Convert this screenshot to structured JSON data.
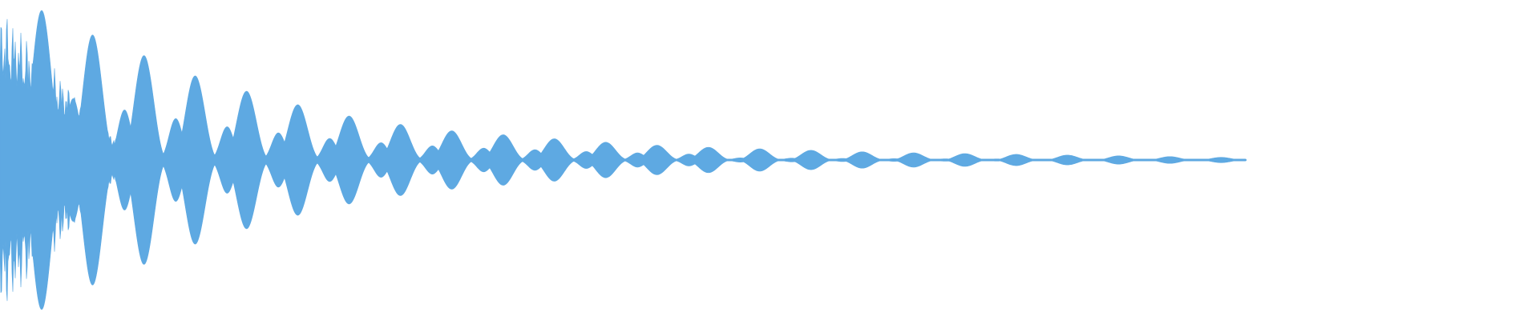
{
  "waveform": {
    "color": "#5ea9e2",
    "background": "#ffffff",
    "peak_envelope": [
      1.0,
      0.98,
      0.78,
      0.66,
      0.52,
      0.43,
      0.34,
      0.27,
      0.22,
      0.18,
      0.16,
      0.13,
      0.11,
      0.09,
      0.08,
      0.07,
      0.06,
      0.05,
      0.045,
      0.04,
      0.035,
      0.03,
      0.025,
      0.02,
      0.015
    ],
    "audible_portion": 0.81
  }
}
